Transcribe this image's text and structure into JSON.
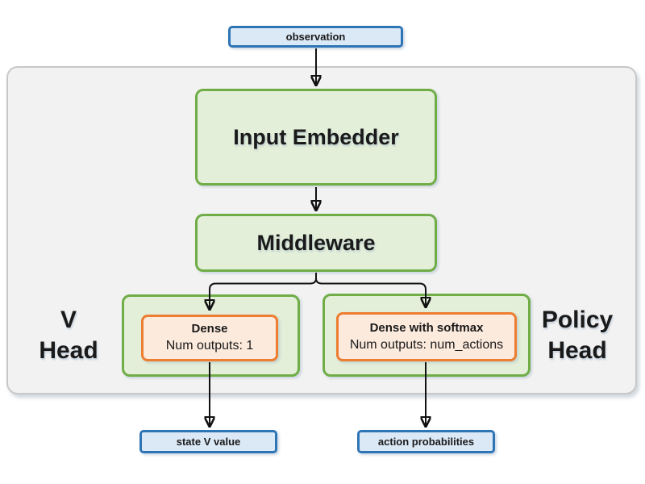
{
  "nodes": {
    "observation": "observation",
    "input_embedder": "Input Embedder",
    "middleware": "Middleware",
    "v_head": {
      "label_line1": "V",
      "label_line2": "Head",
      "dense_title": "Dense",
      "dense_subtitle": "Num outputs: 1",
      "output": "state V value"
    },
    "policy_head": {
      "label_line1": "Policy",
      "label_line2": "Head",
      "dense_title": "Dense with softmax",
      "dense_subtitle": "Num outputs: num_actions",
      "output": "action probabilities"
    }
  },
  "colors": {
    "io_fill": "#dbe8f6",
    "io_border": "#2e75b6",
    "block_fill": "#e3efd9",
    "block_border": "#70ad47",
    "layer_fill": "#fceadd",
    "layer_border": "#ed7d31",
    "container_fill": "#f2f2f2",
    "container_border": "#c8c8c8",
    "arrow": "#111111",
    "text": "#1a1a1a"
  }
}
